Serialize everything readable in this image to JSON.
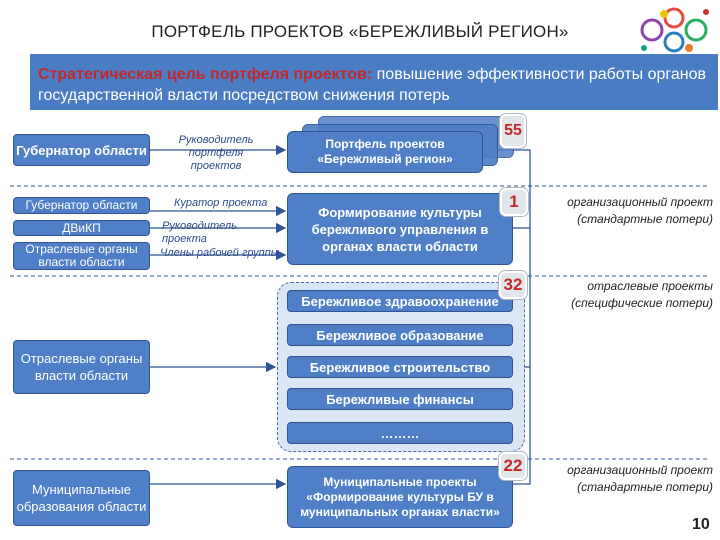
{
  "title": "ПОРТФЕЛЬ ПРОЕКТОВ «БЕРЕЖЛИВЫЙ РЕГИОН»",
  "goal": {
    "lead": "Стратегическая цель портфеля проектов:",
    "text": " повышение эффективности работы органов государственной власти посредством снижения потерь"
  },
  "left": {
    "governor": "Губернатор области",
    "governor2": "Губернатор области",
    "dvikp": "ДВиКП",
    "sector_small": "Отраслевые органы власти области",
    "sector": "Отраслевые органы власти области",
    "municipal": "Муниципальные образования области"
  },
  "roles": {
    "portfolio_head": "Руководитель портфеля проектов",
    "curator": "Куратор проекта",
    "project_head": "Руководитель проекта",
    "team": "Члены рабочей группы"
  },
  "center": {
    "portfolio": "Портфель проектов «Бережливый регион»",
    "culture": "Формирование культуры бережливого управления в органах власти области",
    "sector_items": [
      "Бережливое здравоохранение",
      "Бережливое образование",
      "Бережливое строительство",
      "Бережливые финансы",
      "………"
    ],
    "municipal": "Муниципальные проекты «Формирование культуры БУ в муниципальных органах власти»"
  },
  "badges": {
    "portfolio": "55",
    "culture": "1",
    "sector": "32",
    "municipal": "22"
  },
  "right": {
    "org1": "организационный проект (стандартные потери)",
    "sector": "отраслевые проекты (специфические потери)",
    "org2": "организационный проект (стандартные потери)"
  },
  "page_number": "10"
}
